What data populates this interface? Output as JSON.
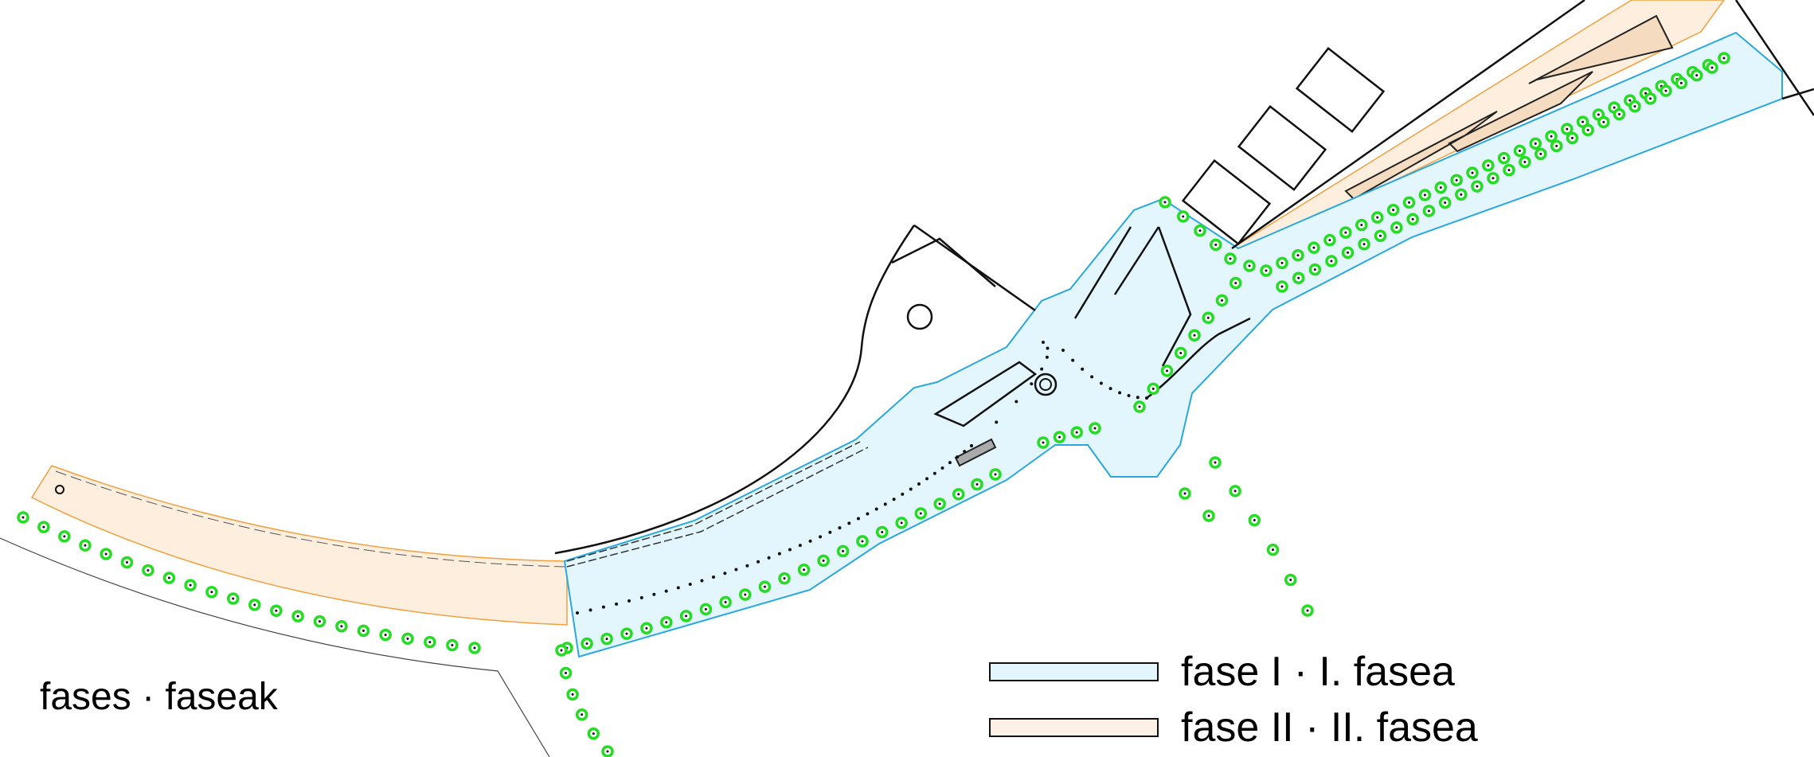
{
  "title": "fases · faseak",
  "legend": [
    {
      "label": "fase I · I. fasea",
      "color": "#e4f6fd"
    },
    {
      "label": "fase II · II. fasea",
      "color": "#fdf0e4"
    }
  ],
  "colors": {
    "phase1_fill": "#e4f6fd",
    "phase1_edge": "#29a8e0",
    "phase2_fill": "#fdeedd",
    "phase2_edge": "#f0a040",
    "tree": "#22dd22",
    "line": "#111111"
  }
}
